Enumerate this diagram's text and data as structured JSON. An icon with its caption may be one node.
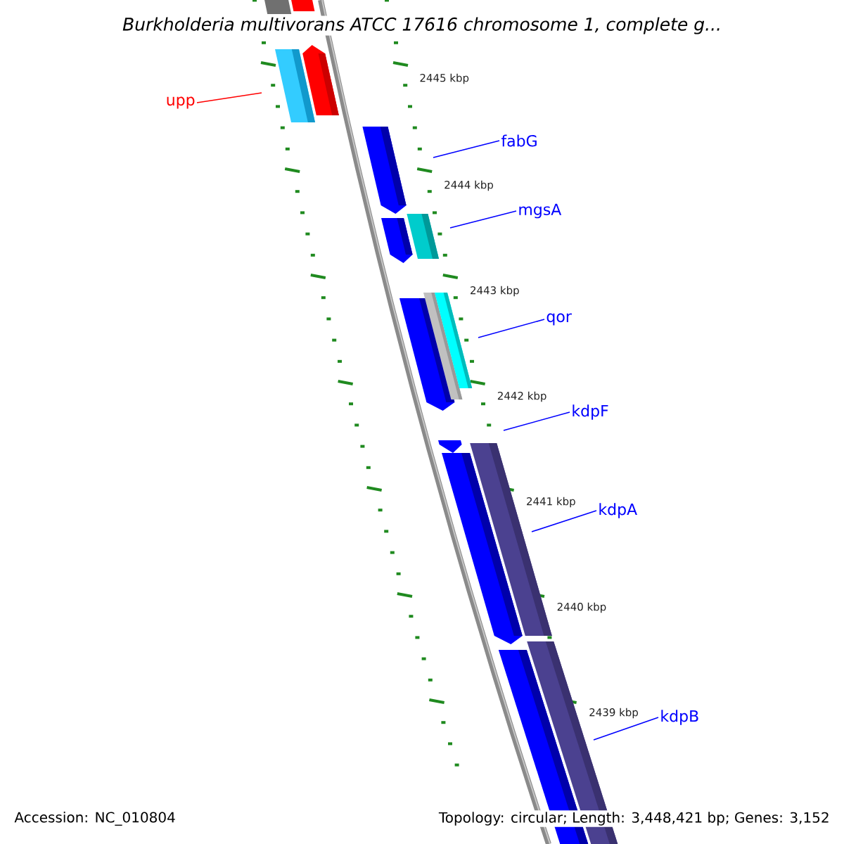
{
  "diagram": {
    "title": "Burkholderia multivorans ATCC 17616 chromosome 1, complete g...",
    "nodes": [
      {
        "text": [
          "upp"
        ]
      },
      {
        "text": [
          "fabG"
        ]
      },
      {
        "text": [
          "mgsA"
        ]
      },
      {
        "text": [
          "qor"
        ]
      },
      {
        "text": [
          "kdpF"
        ]
      },
      {
        "text": [
          "kdpA"
        ]
      },
      {
        "text": [
          "kdpB"
        ]
      }
    ],
    "edges": [
      {
        "from": 0,
        "to": null,
        "arrow": "none",
        "color": "#ff0000"
      },
      {
        "from": 1,
        "to": null,
        "arrow": "none"
      },
      {
        "from": 2,
        "to": null,
        "arrow": "none"
      },
      {
        "from": 3,
        "to": null,
        "arrow": "none"
      },
      {
        "from": 4,
        "to": null,
        "arrow": "none"
      },
      {
        "from": 5,
        "to": null,
        "arrow": "none"
      },
      {
        "from": 6,
        "to": null,
        "arrow": "none"
      }
    ],
    "labels": [
      "2445 kbp",
      "2444 kbp",
      "2443 kbp",
      "2442 kbp",
      "2441 kbp",
      "2440 kbp",
      "2439 kbp",
      "Accession: NC_010804",
      "Topology: circular; Length: 3,448,421 bp; Genes: 3,152"
    ]
  }
}
